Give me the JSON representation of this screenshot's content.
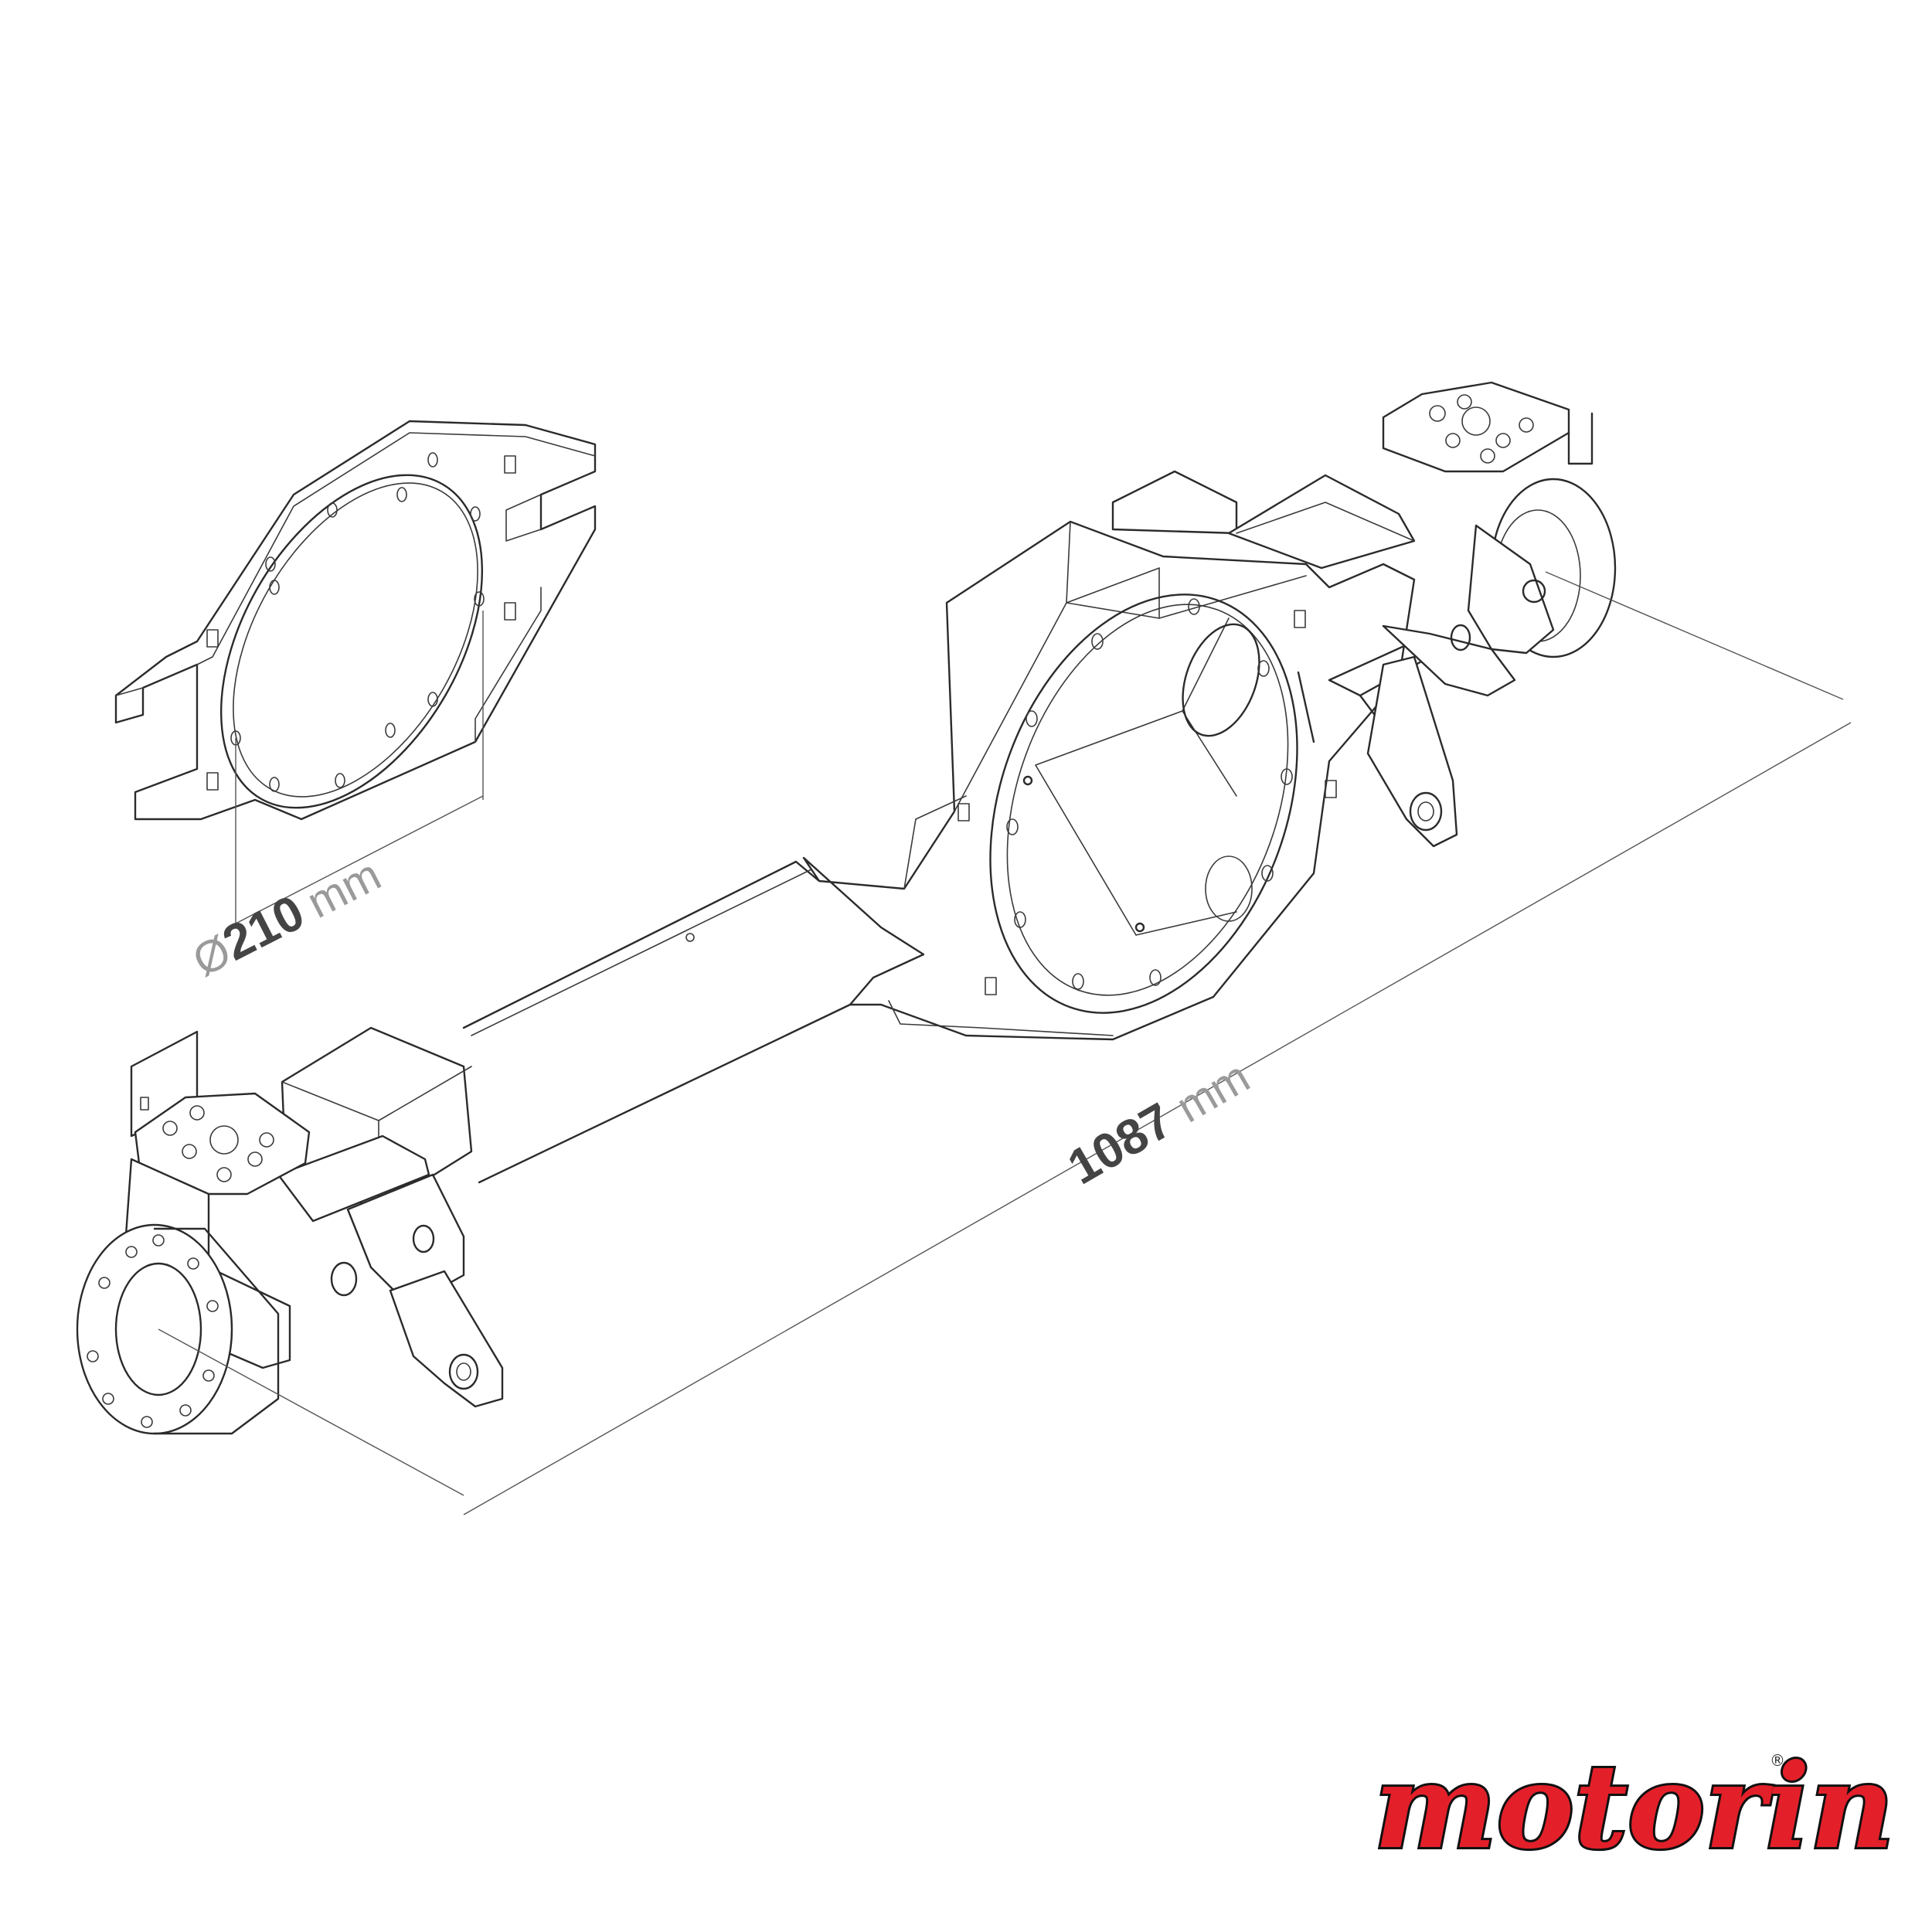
{
  "dimensions": {
    "diameter": {
      "symbol": "Ø",
      "value": "210",
      "unit": "mm"
    },
    "length": {
      "value": "1087",
      "unit": "mm"
    }
  },
  "logo": {
    "text": "motorin",
    "registered_mark": "®",
    "colors": {
      "fill": "#e3202a",
      "outline": "#111111"
    }
  }
}
